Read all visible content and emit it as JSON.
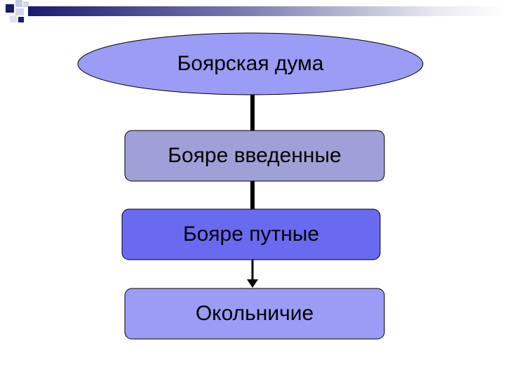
{
  "diagram": {
    "root": "Боярская дума",
    "levels": [
      "Бояре введенные",
      "Бояре путные",
      "Окольничие"
    ]
  },
  "colors": {
    "root_fill": "#9a9cf6",
    "level1_fill": "#a0a0d8",
    "level2_fill": "#6a6af0",
    "level3_fill": "#9a9cf6",
    "connector": "#000000",
    "header_bar": "#1a1a70"
  }
}
